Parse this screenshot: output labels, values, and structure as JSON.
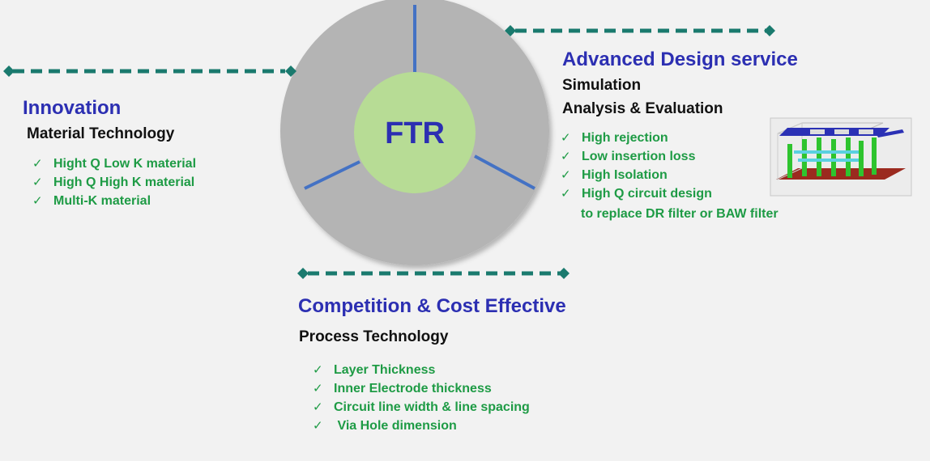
{
  "center": {
    "label": "FTR"
  },
  "innovation": {
    "title": "Innovation",
    "subtitle": "Material Technology",
    "items": [
      "Hight Q Low K material",
      "High Q High K material",
      "Multi-K material"
    ]
  },
  "design": {
    "title": "Advanced Design service",
    "subtitle1": "Simulation",
    "subtitle2": "Analysis & Evaluation",
    "items": [
      "High rejection",
      "Low insertion loss",
      "High Isolation",
      "High Q circuit design"
    ],
    "note": "to replace DR filter or BAW filter"
  },
  "competition": {
    "title": "Competition & Cost Effective",
    "subtitle": "Process Technology",
    "items": [
      "Layer Thickness",
      "Inner Electrode thickness",
      "Circuit line width & line spacing",
      " Via Hole dimension"
    ]
  },
  "colors": {
    "title_blue": "#2c2fb2",
    "check_green": "#1e9b45",
    "connector_teal": "#1a7a6e",
    "outer_circle": "#b4b4b4",
    "inner_circle": "#b7dc95",
    "spoke_blue": "#4472c4"
  },
  "check_symbol": "✓"
}
